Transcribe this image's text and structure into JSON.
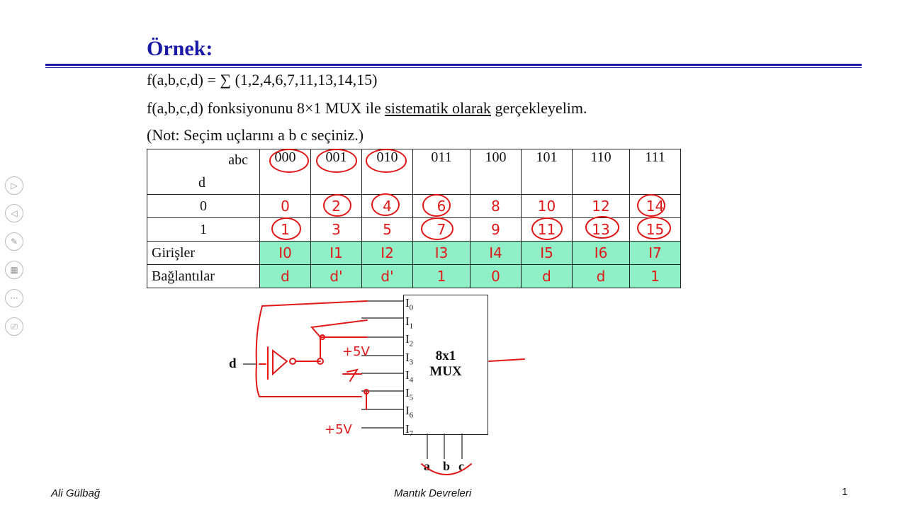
{
  "slide": {
    "title": "Örnek:",
    "lines": [
      "f(a,b,c,d) = ∑ (1,2,4,6,7,11,13,14,15)",
      "f(a,b,c,d) fonksiyonunu 8×1 MUX ile ",
      "sistematik olarak",
      " gerçekleyelim.",
      "(Not: Seçim uçlarını a b c seçiniz.)"
    ]
  },
  "table": {
    "header_abc": "abc",
    "header_d": "d",
    "columns": [
      "000",
      "001",
      "010",
      "011",
      "100",
      "101",
      "110",
      "111"
    ],
    "row0_label": "0",
    "row0": [
      "0",
      "2",
      "4",
      "6",
      "8",
      "10",
      "12",
      "14"
    ],
    "row1_label": "1",
    "row1": [
      "1",
      "3",
      "5",
      "7",
      "9",
      "11",
      "13",
      "15"
    ],
    "inputs_label": "Girişler",
    "inputs": [
      "I0",
      "I1",
      "I2",
      "I3",
      "I4",
      "I5",
      "I6",
      "I7"
    ],
    "connections_label": "Bağlantılar",
    "connections": [
      "d",
      "d'",
      "d'",
      "1",
      "0",
      "d",
      "d",
      "1"
    ]
  },
  "circuit": {
    "mux_line1": "8x1",
    "mux_line2": "MUX",
    "input_prefix": "I",
    "input_indices": [
      "0",
      "1",
      "2",
      "3",
      "4",
      "5",
      "6",
      "7"
    ],
    "select": [
      "a",
      "b",
      "c"
    ],
    "d_label": "d",
    "plus5v": "+5V"
  },
  "footer": {
    "author": "Ali Gülbağ",
    "course": "Mantık Devreleri",
    "page": "1"
  },
  "sidebar_icons": [
    "play-next-icon",
    "play-prev-icon",
    "pen-icon",
    "slide-grid-icon",
    "more-icon",
    "presenter-icon"
  ],
  "colors": {
    "title": "#1a1aa6",
    "ink": "#e01818",
    "highlight": "#8ff0c8"
  }
}
